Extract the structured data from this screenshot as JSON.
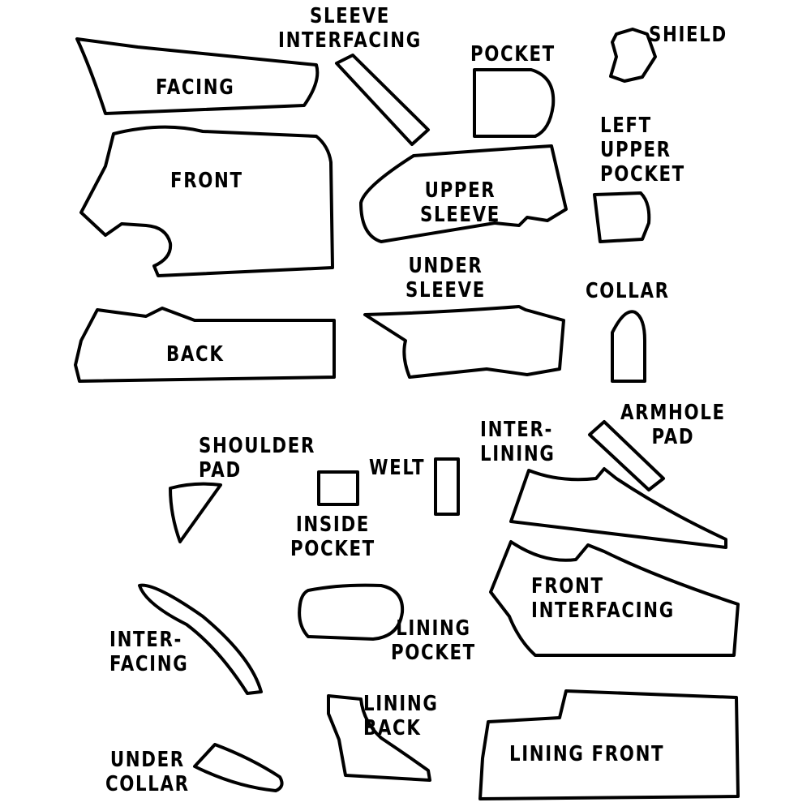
{
  "pieces": {
    "facing": "FACING",
    "front": "FRONT",
    "back": "BACK",
    "sleeve_interfacing": "SLEEVE\nINTERFACING",
    "pocket": "POCKET",
    "shield": "SHIELD",
    "upper_sleeve": "UPPER\nSLEEVE",
    "left_upper_pocket": "LEFT\nUPPER\nPOCKET",
    "under_sleeve": "UNDER\nSLEEVE",
    "collar": "COLLAR",
    "shoulder_pad": "SHOULDER\nPAD",
    "welt": "WELT",
    "inside_pocket": "INSIDE\nPOCKET",
    "inter_lining": "INTER-\nLINING",
    "armhole_pad": "ARMHOLE\nPAD",
    "front_interfacing": "FRONT\nINTERFACING",
    "interfacing": "INTER-\nFACING",
    "lining_pocket": "LINING\nPOCKET",
    "lining_back": "LINING\nBACK",
    "lining_front": "LINING FRONT",
    "under_collar": "UNDER\nCOLLAR"
  }
}
